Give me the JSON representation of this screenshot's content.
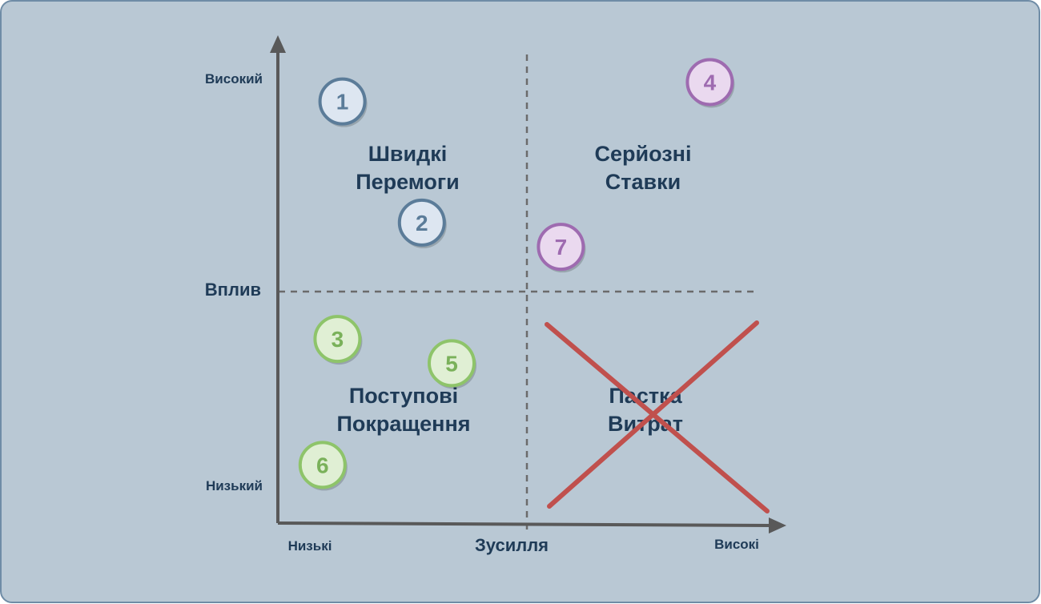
{
  "axes": {
    "y_title": "Вплив",
    "y_high": "Високий",
    "y_low": "Низький",
    "x_title": "Зусилля",
    "x_low": "Низькі",
    "x_high": "Високі"
  },
  "quadrants": {
    "quick_wins": [
      "Швидкі",
      "Перемоги"
    ],
    "major_bets": [
      "Серйозні",
      "Ставки"
    ],
    "incremental": [
      "Поступові",
      "Покращення"
    ],
    "cost_trap": [
      "Пастка",
      "Витрат"
    ]
  },
  "cost_trap_crossed_out": true,
  "colors": {
    "panel": "#b9c8d4",
    "blue_stroke": "#5b7c99",
    "blue_fill": "#dde6f1",
    "blue_text": "#5b7c99",
    "purple_stroke": "#9e6bb0",
    "purple_fill": "#ead9ef",
    "purple_text": "#9e6bb0",
    "green_stroke": "#8ec46a",
    "green_fill": "#e0efd4",
    "green_text": "#7ab15a",
    "cross": "#c0504d"
  },
  "items": [
    {
      "label": "1",
      "group": "blue",
      "effort": 0.13,
      "impact": 0.87
    },
    {
      "label": "2",
      "group": "blue",
      "effort": 0.29,
      "impact": 0.62
    },
    {
      "label": "3",
      "group": "green",
      "effort": 0.12,
      "impact": 0.38
    },
    {
      "label": "4",
      "group": "purple",
      "effort": 0.87,
      "impact": 0.91
    },
    {
      "label": "5",
      "group": "green",
      "effort": 0.35,
      "impact": 0.33
    },
    {
      "label": "6",
      "group": "green",
      "effort": 0.09,
      "impact": 0.12
    },
    {
      "label": "7",
      "group": "purple",
      "effort": 0.57,
      "impact": 0.57
    }
  ]
}
